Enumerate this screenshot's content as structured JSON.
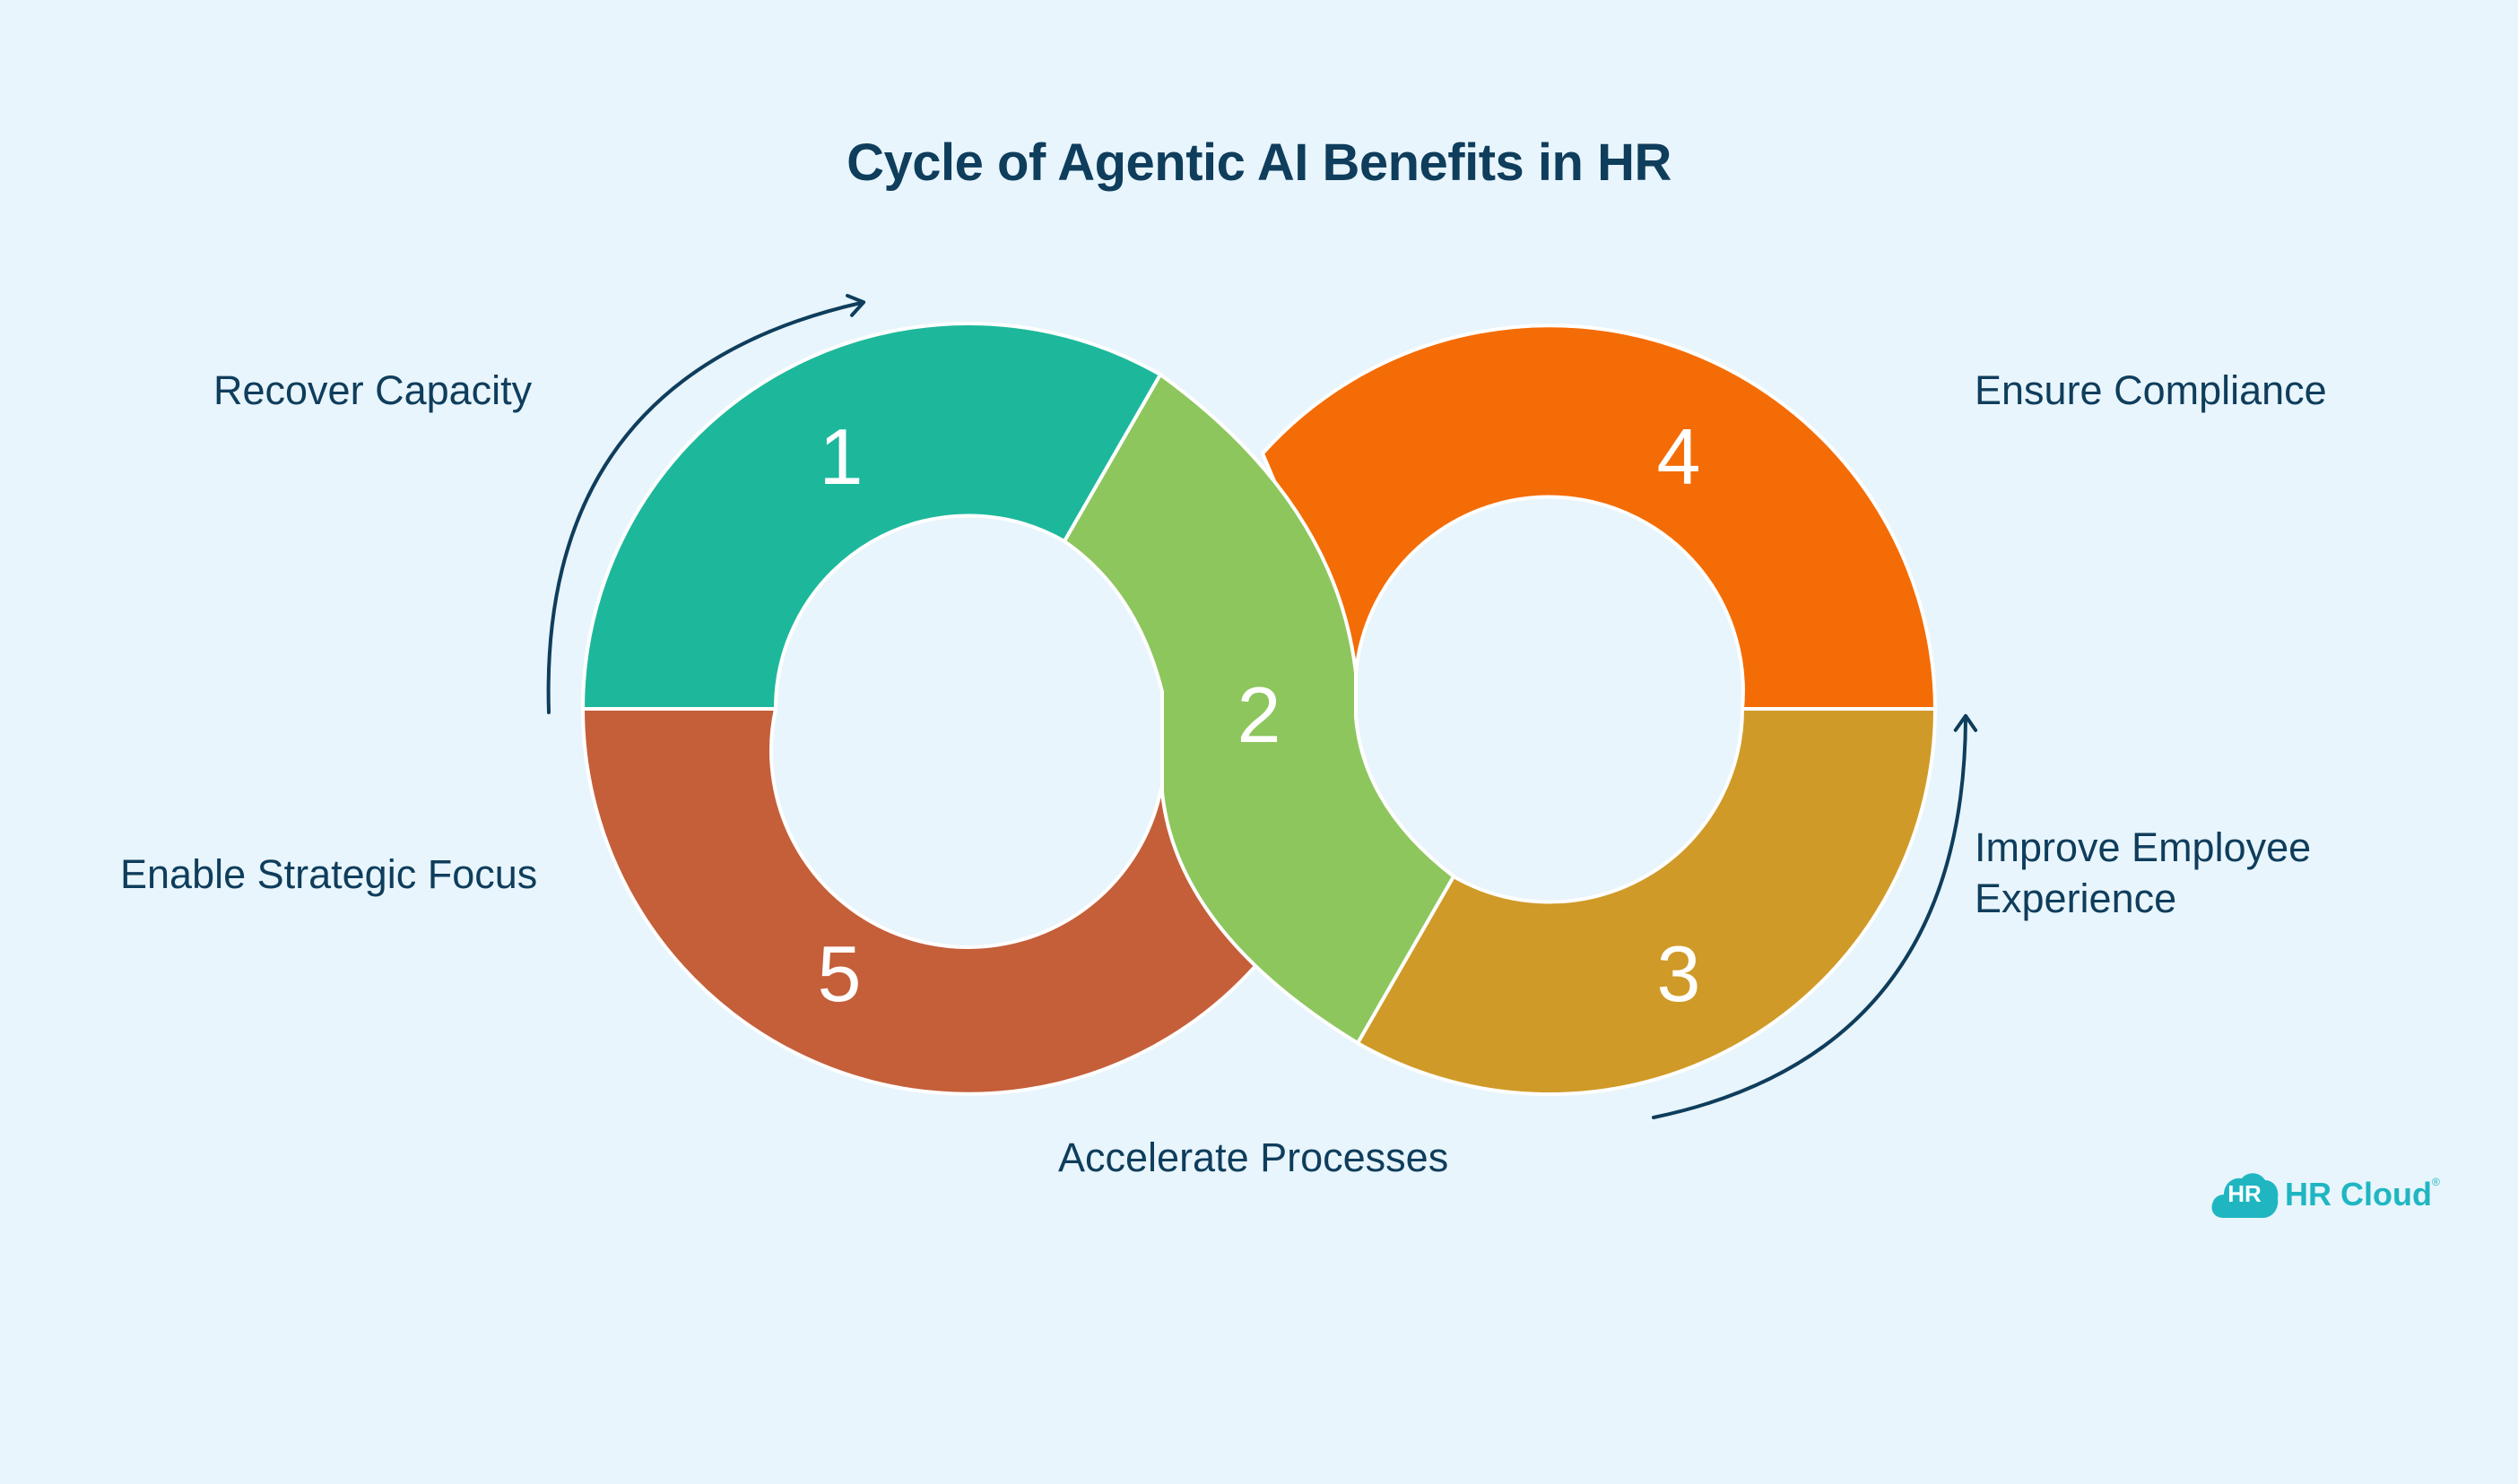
{
  "title": "Cycle of Agentic AI Benefits in HR",
  "colors": {
    "background": "#e8f5fc",
    "text": "#0f3d5c",
    "step1": "#1db89c",
    "step2": "#8dc65d",
    "step3": "#d09a28",
    "step4": "#f46c05",
    "step5": "#c45f3a",
    "arrow": "#0f3d5c",
    "brand": "#1fb6c2"
  },
  "steps": [
    {
      "number": "1",
      "label": "Recover Capacity"
    },
    {
      "number": "2",
      "label": "Accelerate Processes"
    },
    {
      "number": "3",
      "label": "Improve Employee Experience"
    },
    {
      "number": "4",
      "label": "Ensure Compliance"
    },
    {
      "number": "5",
      "label": "Enable Strategic Focus"
    }
  ],
  "labels": {
    "recover": "Recover Capacity",
    "strategic": "Enable Strategic Focus",
    "accelerate": "Accelerate Processes",
    "compliance": "Ensure Compliance",
    "improve_line1": "Improve Employee",
    "improve_line2": "Experience"
  },
  "brand": {
    "badge": "HR",
    "name": "HR Cloud",
    "tm": "®",
    "icon": "cloud-icon"
  }
}
